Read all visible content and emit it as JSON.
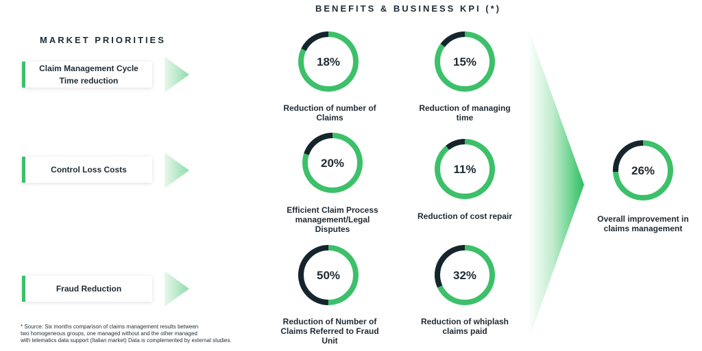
{
  "kpi_title": "BENEFITS & BUSINESS KPI (*)",
  "market_title": "MARKET PRIORITIES",
  "priorities": [
    {
      "lines": [
        "Claim Management Cycle",
        "Time reduction"
      ]
    },
    {
      "lines": [
        "Control Loss Costs"
      ]
    },
    {
      "lines": [
        "Fraud Reduction"
      ]
    }
  ],
  "kpis": [
    {
      "percent": "18%",
      "value": 18,
      "lines": [
        "Reduction of number of",
        "Claims"
      ]
    },
    {
      "percent": "15%",
      "value": 15,
      "lines": [
        "Reduction of managing",
        "time"
      ]
    },
    {
      "percent": "20%",
      "value": 20,
      "lines": [
        "Efficient Claim Process",
        "management/Legal",
        "Disputes"
      ]
    },
    {
      "percent": "11%",
      "value": 11,
      "lines": [
        "Reduction of cost repair"
      ]
    },
    {
      "percent": "50%",
      "value": 50,
      "lines": [
        "Reduction of  Number of",
        "Claims Referred to Fraud",
        "Unit"
      ]
    },
    {
      "percent": "32%",
      "value": 32,
      "lines": [
        "Reduction of whiplash",
        "claims paid"
      ]
    }
  ],
  "overall": {
    "percent": "26%",
    "value": 26,
    "lines": [
      "Overall improvement in",
      "claims management"
    ]
  },
  "footnote": [
    "* Source: Six months comparison of claims management results between",
    "two homogeneous groups, one managed without and the other managed",
    "with telematics data support (Italian market)  Data is complemented by external studies."
  ],
  "colors": {
    "green": "#3cc069",
    "dark": "#16242d"
  }
}
